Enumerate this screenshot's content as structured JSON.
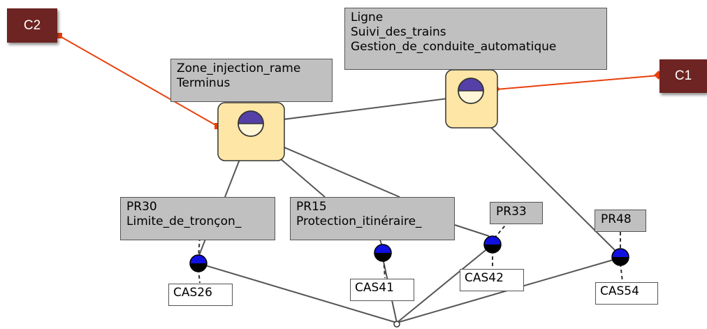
{
  "callouts": {
    "c1": "C1",
    "c2": "C2"
  },
  "boxes": {
    "ligne": [
      "Ligne",
      "Suivi_des_trains",
      "Gestion_de_conduite_automatique"
    ],
    "zone": [
      "Zone_injection_rame",
      "Terminus"
    ],
    "pr30": [
      "PR30",
      "Limite_de_tronçon_"
    ],
    "pr15": [
      "PR15",
      "Protection_itinéraire_"
    ],
    "pr33": "PR33",
    "pr48": "PR48",
    "cas26": "CAS26",
    "cas41": "CAS41",
    "cas42": "CAS42",
    "cas54": "CAS54"
  },
  "colors": {
    "callout_bg": "#6d2422",
    "callout_line": "#e8400c",
    "node_highlight": "#fde6a6",
    "node_upper": "#5540a8",
    "port_upper": "#1010e0",
    "box_gray": "#c0c0c0"
  }
}
